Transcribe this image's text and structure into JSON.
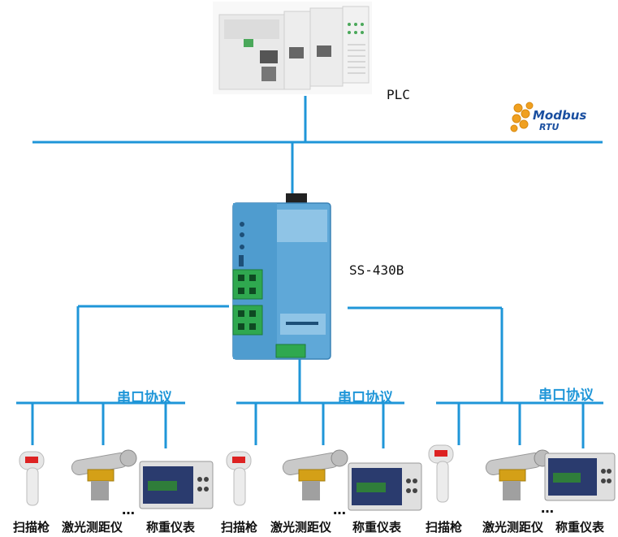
{
  "plc": {
    "label": "PLC"
  },
  "modbus": {
    "line1": "Modbus",
    "line2": "RTU"
  },
  "gateway": {
    "label": "SS-430B"
  },
  "groups": [
    {
      "protocol": "串口协议",
      "devices": [
        "扫描枪",
        "激光测距仪",
        "称重仪表"
      ],
      "ellipsis": "…"
    },
    {
      "protocol": "串口协议",
      "devices": [
        "扫描枪",
        "激光测距仪",
        "称重仪表"
      ],
      "ellipsis": "…"
    },
    {
      "protocol": "串口协议",
      "devices": [
        "扫描枪",
        "激光测距仪",
        "称重仪表"
      ],
      "ellipsis": "…"
    }
  ],
  "colors": {
    "line": "#1f96d8",
    "protocol_text": "#1f96d8",
    "gateway_body": "#5fa8d8",
    "terminal_green": "#2fa84f",
    "modbus_orange": "#f0a020",
    "modbus_text": "#1a4fa0"
  }
}
